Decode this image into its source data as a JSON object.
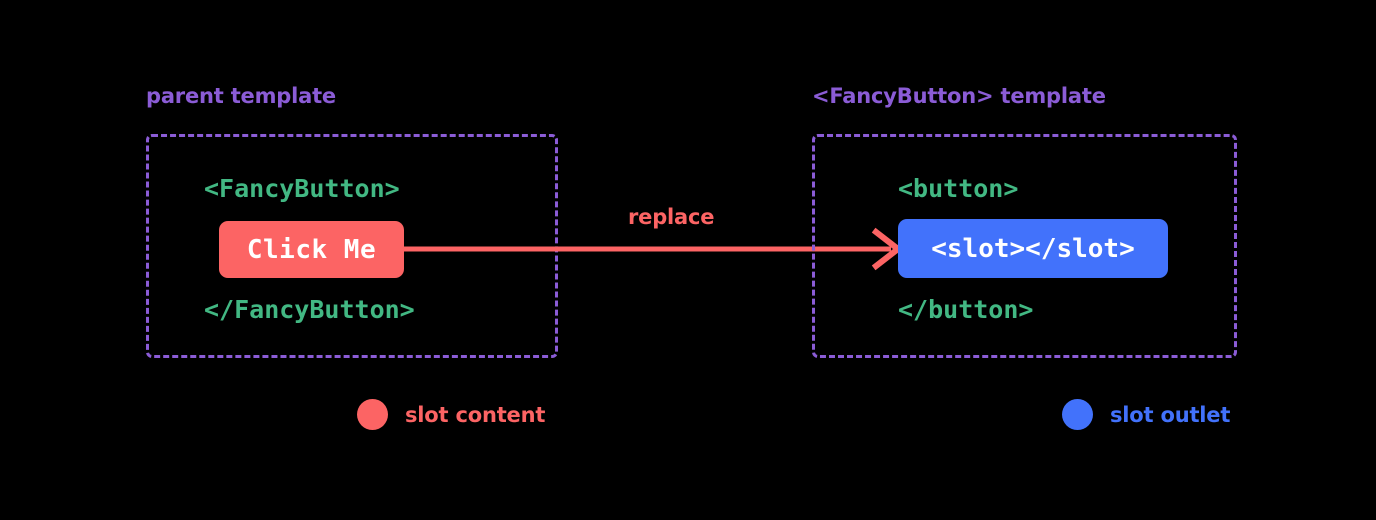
{
  "theme": {
    "background": "#000000",
    "heading_purple": "#8b5cd6",
    "code_green": "#42b883",
    "slot_content_red": "#fc6464",
    "slot_outlet_blue": "#4272fb",
    "chip_text": "#ffffff"
  },
  "panels": {
    "parent": {
      "heading": "parent template",
      "open_tag": "<FancyButton>",
      "close_tag": "</FancyButton>",
      "chip_label": "Click Me"
    },
    "fancy": {
      "heading": "<FancyButton> template",
      "open_tag": "<button>",
      "close_tag": "</button>",
      "chip_label": "<slot></slot>"
    }
  },
  "arrow": {
    "label": "replace"
  },
  "legend": [
    {
      "label": "slot content",
      "color": "#fc6464"
    },
    {
      "label": "slot outlet",
      "color": "#4272fb"
    }
  ]
}
